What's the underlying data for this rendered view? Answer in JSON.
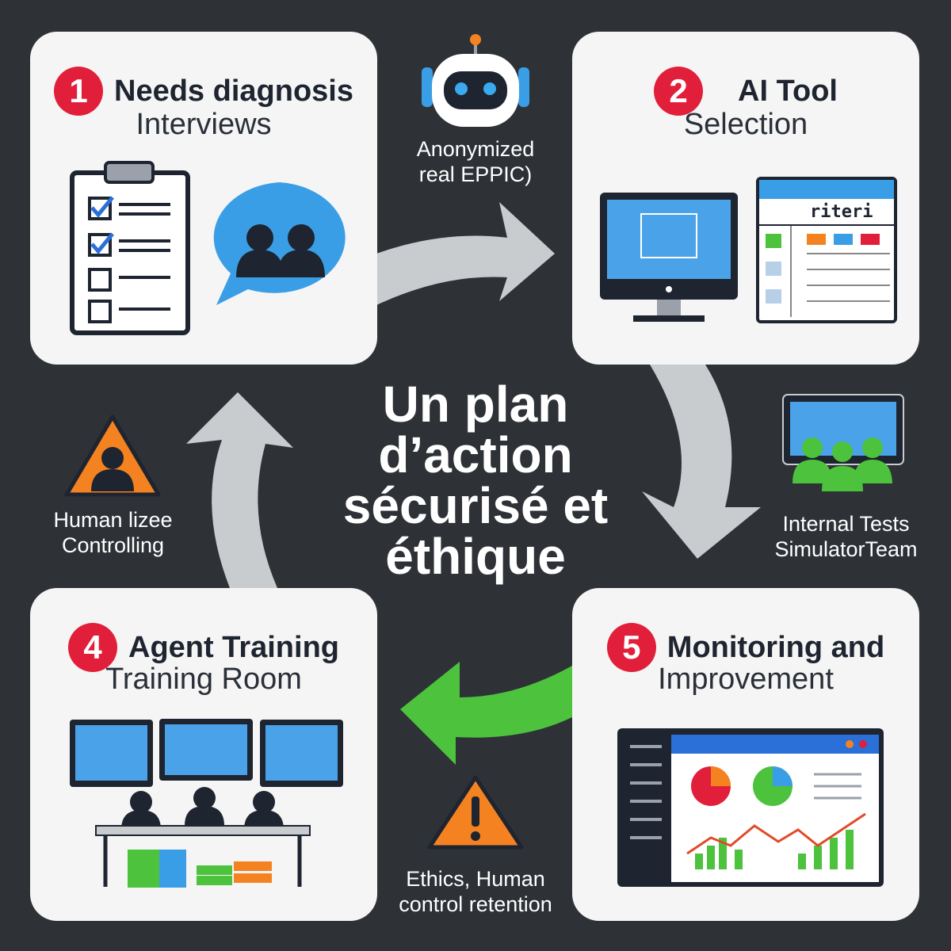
{
  "center_title": {
    "line1": "Un plan",
    "line2": "d’action",
    "line3": "sécurisé et",
    "line4": "éthique"
  },
  "steps": [
    {
      "number": "1",
      "title": "Needs diagnosis",
      "subtitle": "Interviews"
    },
    {
      "number": "2",
      "title": "AI Tool",
      "subtitle": "Selection",
      "criteria_label": "riteri"
    },
    {
      "number": "4",
      "title": "Agent Training",
      "subtitle": "Training Room"
    },
    {
      "number": "5",
      "title": "Monitoring and",
      "subtitle": "Improvement"
    }
  ],
  "side_labels": {
    "robot": {
      "line1": "Anonymized",
      "line2": "real EPPIC)"
    },
    "human": {
      "line1": "Human lizee",
      "line2": "Controlling"
    },
    "tests": {
      "line1": "Internal Tests",
      "line2": "SimulatorTeam"
    },
    "ethics": {
      "line1": "Ethics, Human",
      "line2": "control retention"
    }
  },
  "colors": {
    "background": "#2e3237",
    "badge": "#e21f3a",
    "arrow_gray": "#c9cccf",
    "arrow_green": "#4cc23d",
    "warning": "#f58220"
  }
}
